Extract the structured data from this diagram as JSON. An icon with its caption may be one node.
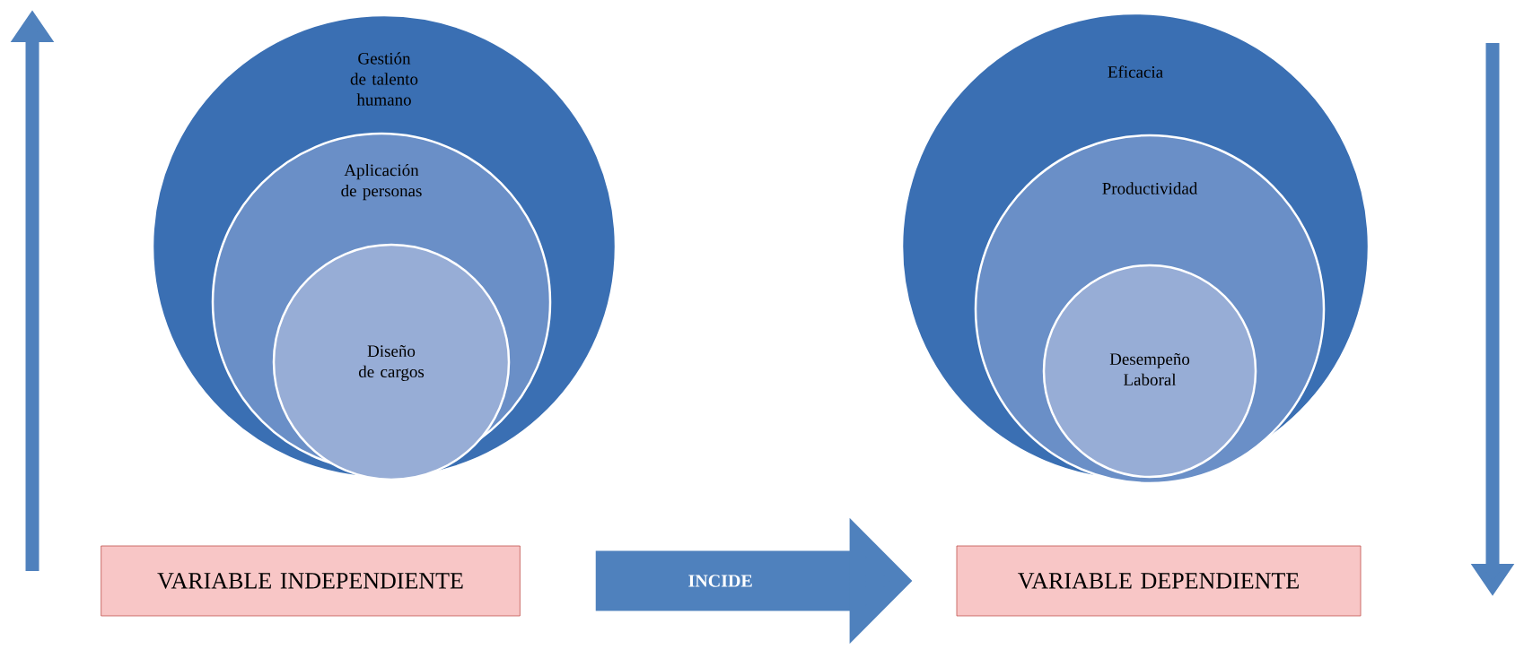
{
  "diagram": {
    "nodes": [
      {
        "text": [
          "Gestión de talento humano"
        ]
      },
      {
        "text": [
          "Aplicación de personas"
        ],
        "in": 0
      },
      {
        "text": [
          "Diseño de cargos"
        ],
        "in": 1
      },
      {
        "text": [
          "Eficacia"
        ]
      },
      {
        "text": [
          "Productividad"
        ],
        "in": 3
      },
      {
        "text": [
          "Desempeño Laboral"
        ],
        "in": 4
      },
      {
        "text": [
          "VARIABLE INDEPENDIENTE"
        ]
      },
      {
        "text": [
          "VARIABLE DEPENDIENTE"
        ]
      }
    ],
    "edges": [
      {
        "from": 6,
        "to": 7,
        "arrow": "to",
        "label": "INCIDE"
      }
    ]
  }
}
